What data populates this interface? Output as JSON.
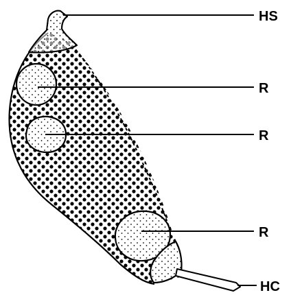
{
  "labels": {
    "hs": "HS",
    "r_top": "R",
    "r_middle": "R",
    "r_bottom": "R",
    "hc": "HC"
  }
}
